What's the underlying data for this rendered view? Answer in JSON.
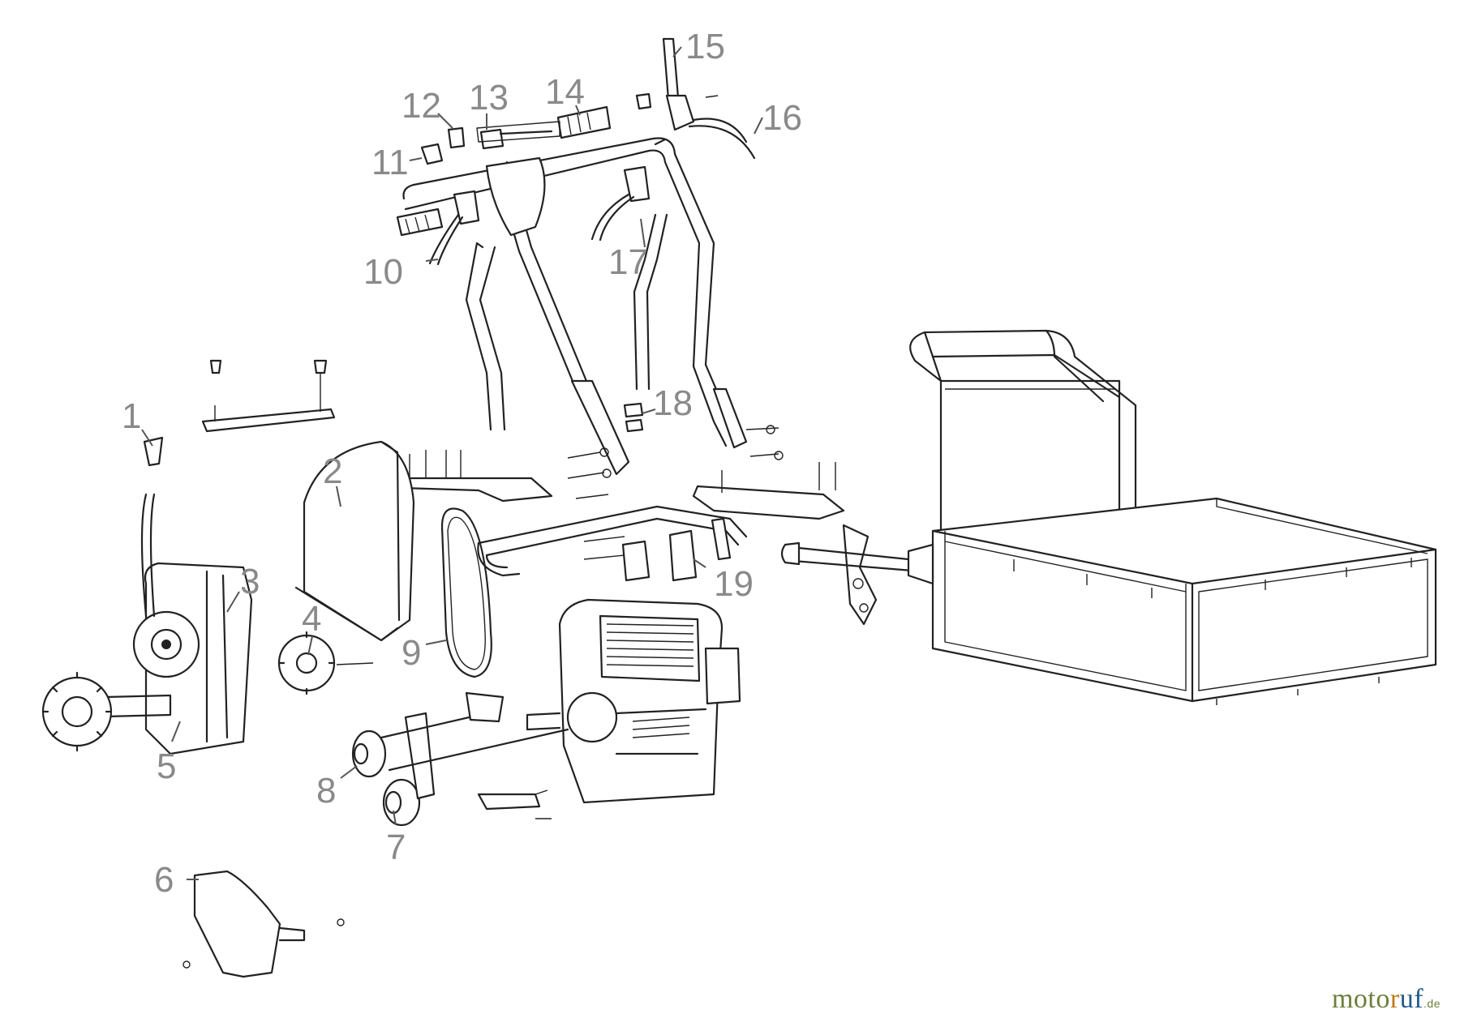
{
  "diagram": {
    "callouts": [
      {
        "id": "1",
        "label": "1"
      },
      {
        "id": "2",
        "label": "2"
      },
      {
        "id": "3",
        "label": "3"
      },
      {
        "id": "4",
        "label": "4"
      },
      {
        "id": "5",
        "label": "5"
      },
      {
        "id": "6",
        "label": "6"
      },
      {
        "id": "7",
        "label": "7"
      },
      {
        "id": "8",
        "label": "8"
      },
      {
        "id": "9",
        "label": "9"
      },
      {
        "id": "10",
        "label": "10"
      },
      {
        "id": "11",
        "label": "11"
      },
      {
        "id": "12",
        "label": "12"
      },
      {
        "id": "13",
        "label": "13"
      },
      {
        "id": "14",
        "label": "14"
      },
      {
        "id": "15",
        "label": "15"
      },
      {
        "id": "16",
        "label": "16"
      },
      {
        "id": "17",
        "label": "17"
      },
      {
        "id": "18",
        "label": "18"
      },
      {
        "id": "19",
        "label": "19"
      }
    ]
  },
  "logo": {
    "part_a": "moto",
    "part_b": "r",
    "part_c": "uf",
    "part_d": ".de"
  },
  "colors": {
    "callout": "#8a8a8a",
    "line": "#222222",
    "logo_green": "#6b7f3a",
    "logo_orange": "#c07a1a",
    "logo_blue": "#1e5a8a"
  }
}
